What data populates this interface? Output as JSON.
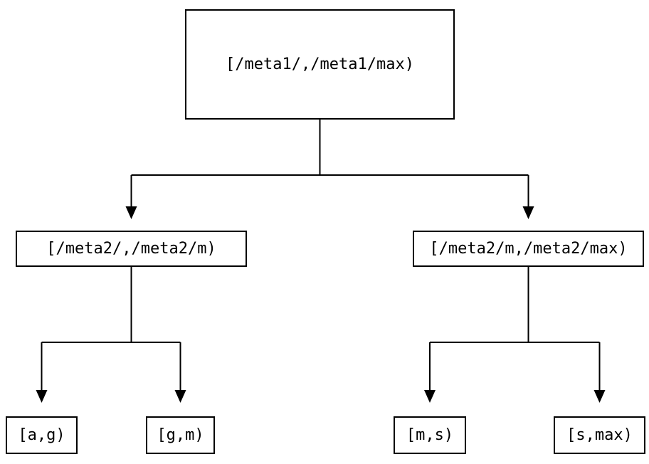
{
  "diagram": {
    "type": "tree",
    "colors": {
      "background": "#ffffff",
      "line": "#000000",
      "text": "#000000",
      "node_fill": "#ffffff"
    },
    "nodes": {
      "root": {
        "label": "[/meta1/,/meta1/max)"
      },
      "left_mid": {
        "label": "[/meta2/,/meta2/m)"
      },
      "right_mid": {
        "label": "[/meta2/m,/meta2/max)"
      },
      "leaf_ag": {
        "label": "[a,g)"
      },
      "leaf_gm": {
        "label": "[g,m)"
      },
      "leaf_ms": {
        "label": "[m,s)"
      },
      "leaf_smax": {
        "label": "[s,max)"
      }
    },
    "edges": [
      {
        "from": "root",
        "to": "left_mid"
      },
      {
        "from": "root",
        "to": "right_mid"
      },
      {
        "from": "left_mid",
        "to": "leaf_ag"
      },
      {
        "from": "left_mid",
        "to": "leaf_gm"
      },
      {
        "from": "right_mid",
        "to": "leaf_ms"
      },
      {
        "from": "right_mid",
        "to": "leaf_smax"
      }
    ]
  }
}
